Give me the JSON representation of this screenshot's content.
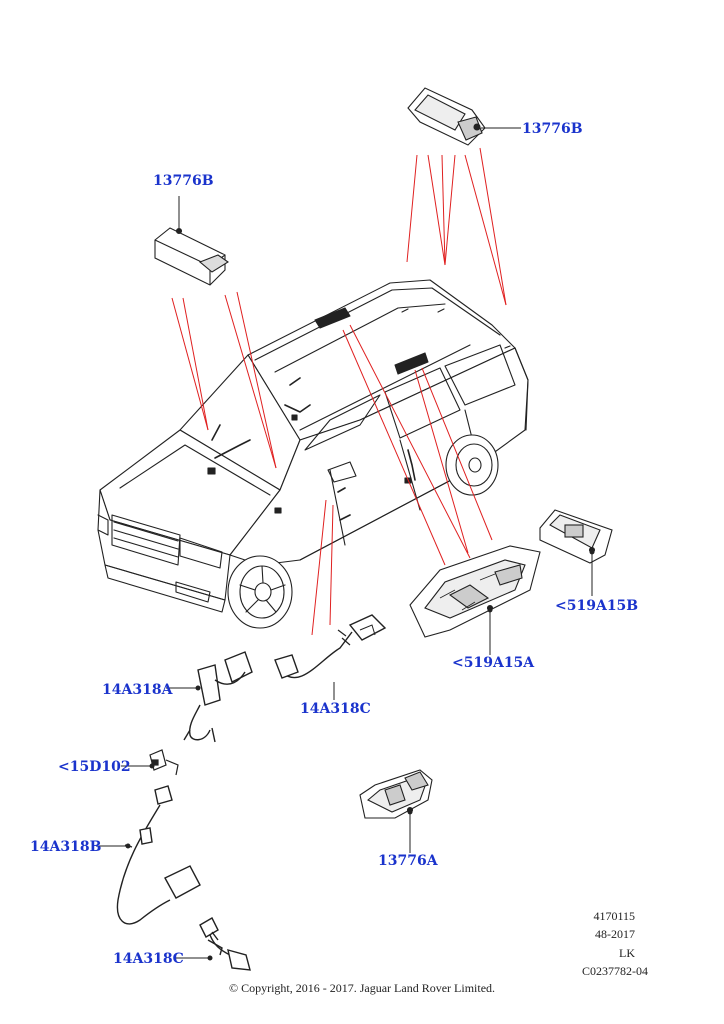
{
  "callouts": {
    "top_right": "13776B",
    "top_left": "13776B",
    "sunroof_switch_right": "<519A15B",
    "sunroof_switch_main": "<519A15A",
    "harness_center": "14A318C",
    "harness_a": "14A318A",
    "connector_d": "<15D102",
    "harness_b": "14A318B",
    "harness_c_bottom": "14A318C",
    "lamp_bottom": "13776A"
  },
  "footer": {
    "line1": "4170115",
    "line2": "48-2017",
    "line3": "LK",
    "line4": "C0237782-04",
    "copyright": "© Copyright, 2016 - 2017. Jaguar Land Rover Limited."
  },
  "colors": {
    "callout_text": "#1a33cc",
    "leader_line": "#e02020",
    "outline": "#222222"
  }
}
